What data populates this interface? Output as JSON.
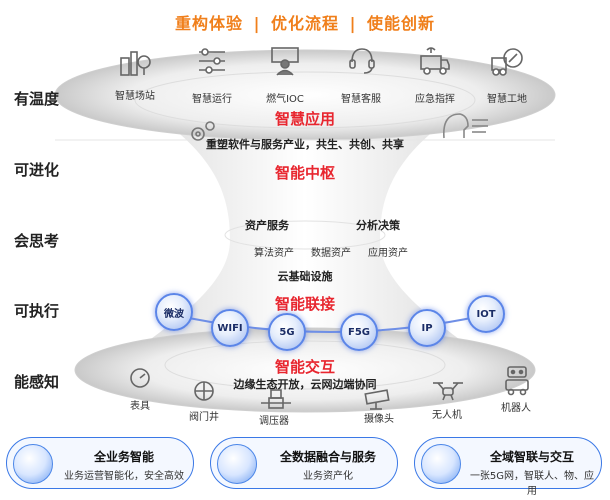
{
  "headline": [
    "重构体验",
    "优化流程",
    "使能创新"
  ],
  "separator": "|",
  "sides": [
    "有温度",
    "可进化",
    "会思考",
    "可执行",
    "能感知"
  ],
  "top_icons": [
    {
      "label": "智慧场站",
      "icon": "factory-icon"
    },
    {
      "label": "智慧运行",
      "icon": "sliders-icon"
    },
    {
      "label": "燃气IOC",
      "icon": "operator-icon"
    },
    {
      "label": "智慧客服",
      "icon": "headset-icon"
    },
    {
      "label": "应急指挥",
      "icon": "emergency-vehicle-icon"
    },
    {
      "label": "智慧工地",
      "icon": "construction-icon"
    }
  ],
  "layers": {
    "app_title": "智慧应用",
    "app_desc": "重塑软件与服务产业，共生、共创、共享",
    "hub_title": "智能中枢",
    "asset_service": "资产服务",
    "analysis": "分析决策",
    "assets": [
      "算法资产",
      "数据资产",
      "应用资产"
    ],
    "cloud": "云基础设施",
    "connect_title": "智能联接",
    "interact_title": "智能交互",
    "interact_desc": "边缘生态开放，云网边端协同"
  },
  "nodes": [
    "微波",
    "WIFI",
    "5G",
    "F5G",
    "IP",
    "IOT"
  ],
  "bottom_icons": [
    {
      "label": "表具",
      "icon": "meter-icon"
    },
    {
      "label": "阀门井",
      "icon": "valve-icon"
    },
    {
      "label": "调压器",
      "icon": "regulator-icon"
    },
    {
      "label": "摄像头",
      "icon": "camera-icon"
    },
    {
      "label": "无人机",
      "icon": "drone-icon"
    },
    {
      "label": "机器人",
      "icon": "robot-icon"
    }
  ],
  "cards": [
    {
      "title": "全业务智能",
      "sub": "业务运营智能化，安全高效"
    },
    {
      "title": "全数据融合与服务",
      "sub": "业务资产化"
    },
    {
      "title": "全域智联与交互",
      "sub": "一张5G网，智联人、物、应用"
    }
  ],
  "colors": {
    "accent_orange": "#f07f1b",
    "accent_red": "#e8262f",
    "accent_blue": "#3a78e6"
  }
}
